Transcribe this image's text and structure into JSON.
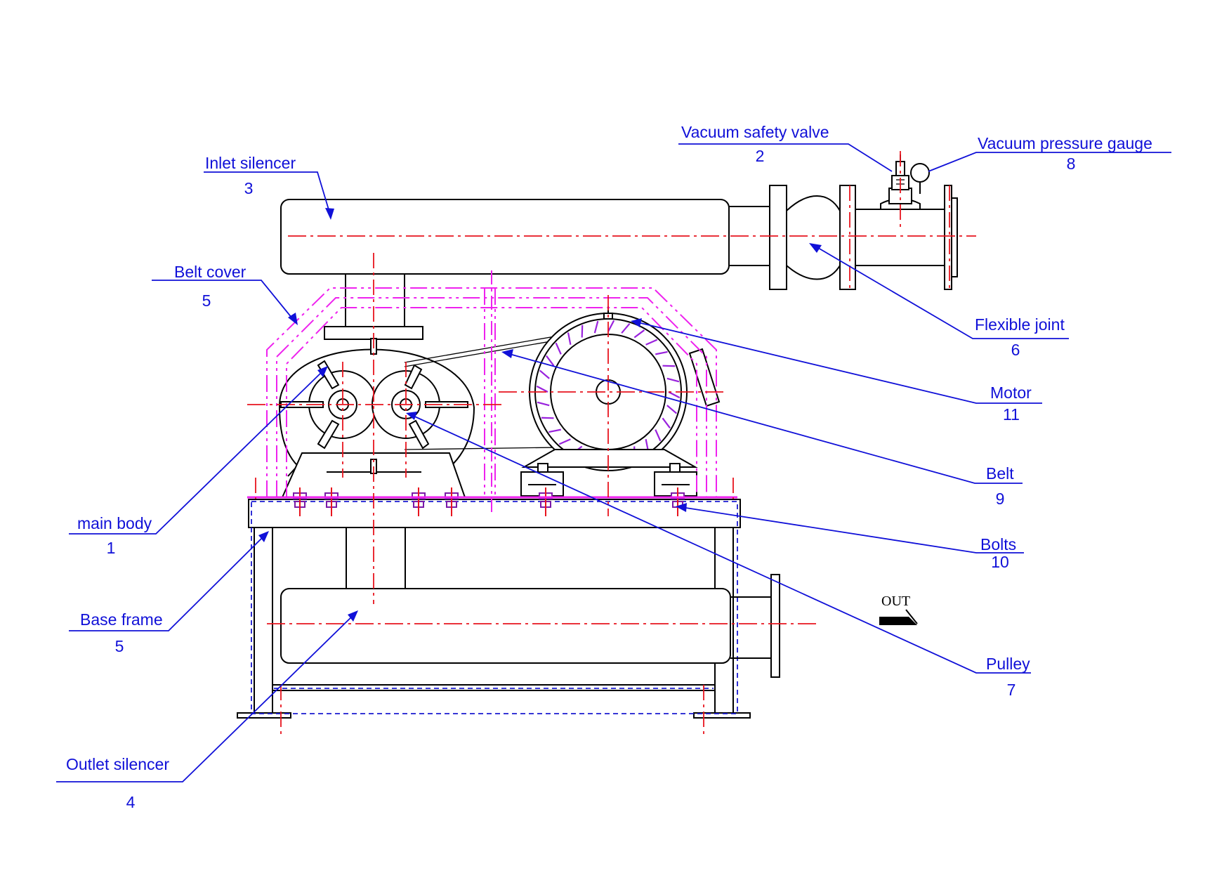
{
  "diagram": {
    "callouts": [
      {
        "id": "main-body",
        "label": "main body",
        "number": "1"
      },
      {
        "id": "vacuum-safety-valve",
        "label": "Vacuum safety valve",
        "number": "2"
      },
      {
        "id": "inlet-silencer",
        "label": "Inlet silencer",
        "number": "3"
      },
      {
        "id": "outlet-silencer",
        "label": "Outlet silencer",
        "number": "4"
      },
      {
        "id": "belt-cover",
        "label": "Belt cover",
        "number": "5"
      },
      {
        "id": "base-frame",
        "label": "Base frame",
        "number": "5"
      },
      {
        "id": "flexible-joint",
        "label": "Flexible joint",
        "number": "6"
      },
      {
        "id": "pulley",
        "label": "Pulley",
        "number": "7"
      },
      {
        "id": "vacuum-pressure-gauge",
        "label": "Vacuum pressure gauge",
        "number": "8"
      },
      {
        "id": "belt",
        "label": "Belt",
        "number": "9"
      },
      {
        "id": "bolts",
        "label": "Bolts",
        "number": "10"
      },
      {
        "id": "motor",
        "label": "Motor",
        "number": "11"
      }
    ],
    "out_label": "OUT",
    "colors": {
      "annotation": "#1010d8",
      "centerline": "#e8141e",
      "belt_cover": "#ee22ee",
      "outline": "#000000"
    }
  }
}
